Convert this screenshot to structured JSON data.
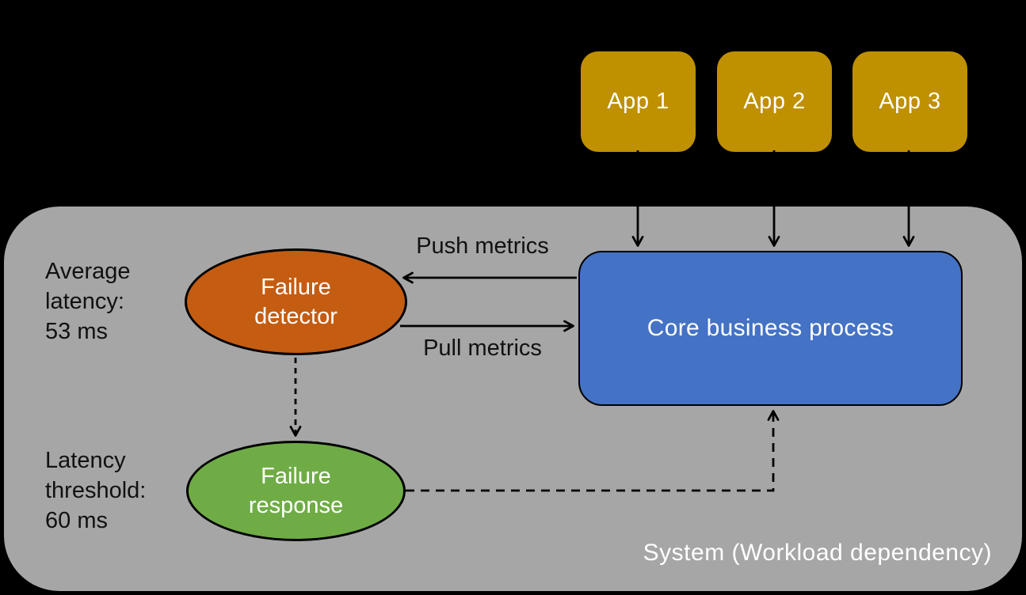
{
  "colors": {
    "background": "#000000",
    "app_box": "#BF9000",
    "system_container": "#A6A6A6",
    "core_process_box": "#4472C4",
    "failure_detector_ellipse": "#C45C11",
    "failure_response_ellipse": "#6FAC46",
    "arrow": "#000000",
    "light_text": "#FFFFFF",
    "dark_text": "#111111"
  },
  "apps": [
    {
      "label": "App 1"
    },
    {
      "label": "App 2"
    },
    {
      "label": "App 3"
    }
  ],
  "system": {
    "label": "System (Workload dependency)",
    "metrics": {
      "average_latency": "Average\nlatency:\n53 ms",
      "latency_threshold": "Latency\nthreshold:\n60 ms"
    },
    "nodes": {
      "failure_detector": "Failure\ndetector",
      "failure_response": "Failure\nresponse",
      "core_business_process": "Core business process"
    },
    "edges": {
      "push_metrics": "Push metrics",
      "pull_metrics": "Pull metrics"
    }
  }
}
